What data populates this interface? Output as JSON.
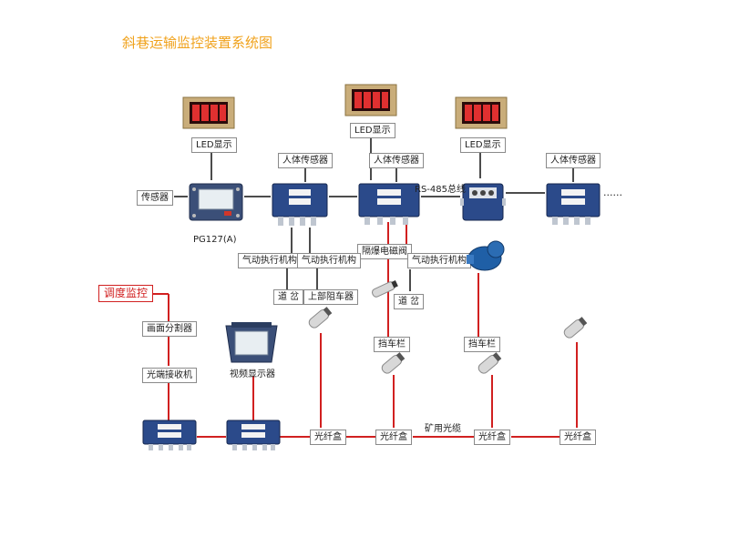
{
  "title": "斜巷运输监控装置系统图",
  "labels": {
    "led1": "LED显示",
    "led2": "LED显示",
    "led3": "LED显示",
    "sensor": "传感器",
    "human1": "人体传感器",
    "human2": "人体传感器",
    "human3": "人体传感器",
    "rs485": "RS-485总线",
    "pg127": "PG127(A)",
    "pneu1": "气动执行机构",
    "pneu2": "气动执行机构",
    "pneu3": "气动执行机构",
    "valve": "隔爆电磁阀",
    "switch1": "道 岔",
    "switch2": "道 岔",
    "blocker": "上部阻车器",
    "dispatch": "调度监控",
    "splitter": "画面分割器",
    "receiver": "光端接收机",
    "video": "视频显示器",
    "bar1": "挡车栏",
    "bar2": "挡车栏",
    "fbox1": "光纤盒",
    "fbox2": "光纤盒",
    "fbox3": "光纤盒",
    "fbox4": "光纤盒",
    "cable": "矿用光缆",
    "dots": "......"
  },
  "colors": {
    "title": "#f0a21c",
    "fiber": "#d12020",
    "bus": "#111111",
    "box": "#2b4a8a"
  }
}
